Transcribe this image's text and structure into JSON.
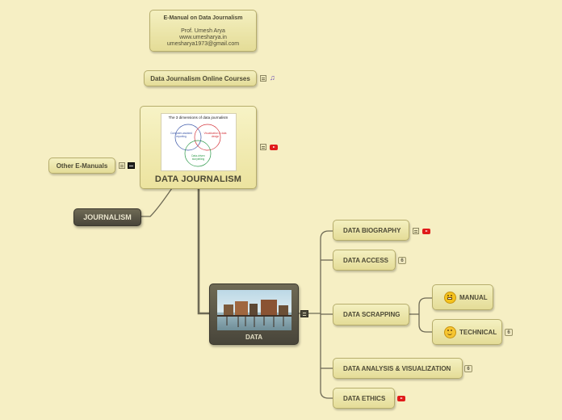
{
  "header": {
    "title": "E-Manual on Data Journalism",
    "author": "Prof. Umesh Arya",
    "website": "www.umesharya.in",
    "email": "umesharya1973@gmail.com"
  },
  "courses": {
    "label": "Data Journalism Online Courses"
  },
  "central": {
    "label": "DATA JOURNALISM",
    "image": {
      "title": "The 3 dimensions of data journalism",
      "circle_labels": [
        "Computer-assisted reporting",
        "Visualization & data design",
        "Data-driven storytelling"
      ]
    }
  },
  "other_manuals": {
    "label": "Other E-Manuals"
  },
  "journalism": {
    "label": "JOURNALISM"
  },
  "data": {
    "label": "DATA"
  },
  "branches": {
    "biography": "DATA BIOGRAPHY",
    "access": "DATA ACCESS",
    "scrapping": "DATA SCRAPPING",
    "manual": "MANUAL",
    "technical": "TECHNICAL",
    "analysis": "DATA ANALYSIS & VISUALIZATION",
    "ethics": "DATA ETHICS"
  },
  "counts": {
    "access": "6",
    "technical": "6",
    "analysis": "6"
  },
  "icons": {
    "notes": "notes-icon",
    "youtube": "youtube-icon",
    "music": "music-icon",
    "emoji_manual": "grimacing-face-icon",
    "emoji_technical": "smiling-face-icon"
  },
  "colors": {
    "background": "#f6efc4",
    "node": "#ece6ab",
    "dark_node": "#5a5645",
    "connector": "#6e6a55",
    "youtube": "#e01b1b"
  }
}
